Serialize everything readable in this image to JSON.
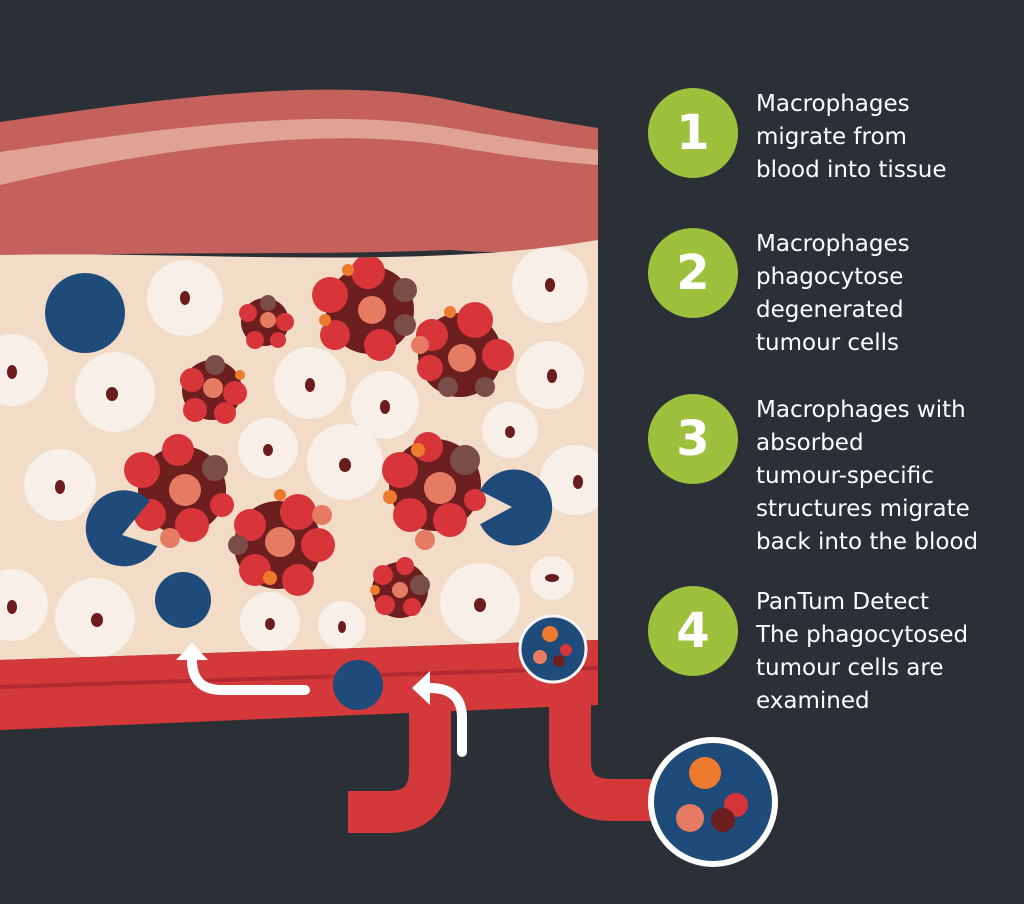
{
  "steps": [
    {
      "number": "1",
      "text": "Macrophages\nmigrate from\nblood into tissue"
    },
    {
      "number": "2",
      "text": "Macrophages\nphagocytose\ndegenerated\ntumour cells"
    },
    {
      "number": "3",
      "text": "Macrophages with\nabsorbed\ntumour-specific\nstructures migrate\nback into the blood"
    },
    {
      "number": "4",
      "text": "PanTum Detect\nThe phagocytosed\ntumour cells are\nexamined"
    }
  ],
  "colors": {
    "background": "#2b3036",
    "badge": "#9dc13d",
    "muscle": "#c4615c",
    "muscle_stripe": "#e0a393",
    "tissue": "#f2dcc7",
    "vessel": "#d3383a",
    "macrophage": "#1f4b7a",
    "tumour_dark": "#6d1f1f",
    "tumour_red": "#d8353b",
    "tumour_salmon": "#e57b63",
    "tumour_orange": "#ee7a2e",
    "tumour_brown": "#7a4d48",
    "tissue_cell": "#f7efe8",
    "nucleus": "#6b1c1c"
  },
  "icons": [
    "tumour-cluster-icon",
    "macrophage-icon",
    "tissue-cell-icon",
    "migration-arrow-icon",
    "magnified-macrophage-icon"
  ]
}
